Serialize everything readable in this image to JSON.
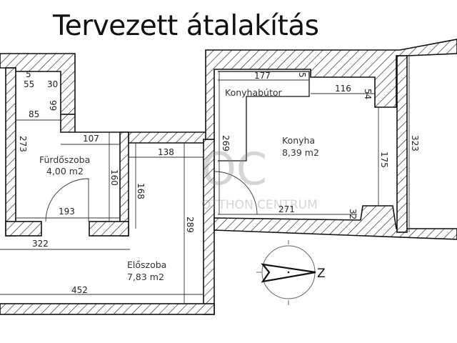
{
  "title": "Tervezett átalakítás",
  "rooms": [
    {
      "name": "Fürdőszoba",
      "area": "4,00 m2"
    },
    {
      "name": "Konyha",
      "area": "8,39 m2"
    },
    {
      "name": "Előszoba",
      "area": "7,83 m2"
    }
  ],
  "furniture_label": "Konyhabútor",
  "dimensions": {
    "d5a": "5",
    "d55": "55",
    "d30": "30",
    "d85": "85",
    "d99": "99",
    "d273": "273",
    "d107": "107",
    "d160": "160",
    "d193": "193",
    "d138": "138",
    "d168": "168",
    "d289": "289",
    "d322": "322",
    "d452": "452",
    "d177": "177",
    "d5b": "5",
    "d116": "116",
    "d54": "54",
    "d269": "269",
    "d175": "175",
    "d323": "323",
    "d271": "271",
    "d32": "32"
  },
  "compass": {
    "label": "Z"
  },
  "watermark": {
    "text": "OTTHON CENTRUM",
    "mark": "OC"
  },
  "colors": {
    "line": "#111111",
    "watermark": "#9a9a9a"
  }
}
